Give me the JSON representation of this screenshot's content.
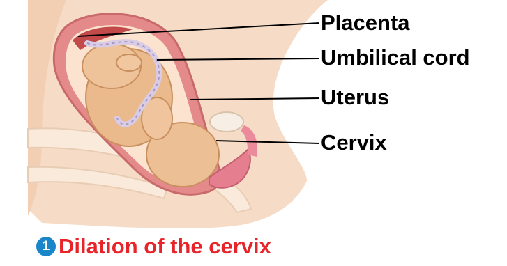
{
  "labels": {
    "placenta": "Placenta",
    "umbilical_cord": "Umbilical cord",
    "uterus": "Uterus",
    "cervix": "Cervix"
  },
  "caption": {
    "step_number": "1",
    "text": "Dilation of the cervix"
  },
  "colors": {
    "caption_text": "#e8242a",
    "step_badge": "#1a86c9",
    "label_text": "#000000"
  }
}
